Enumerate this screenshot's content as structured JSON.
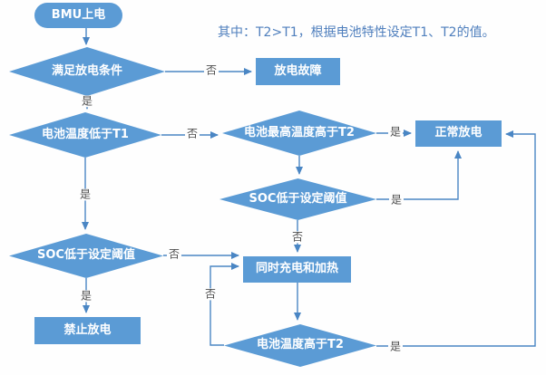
{
  "note": "其中：T2>T1，根据电池特性设定T1、T2的值。",
  "labels": {
    "yes": "是",
    "no": "否"
  },
  "nodes": {
    "start": "BMU上电",
    "cond_discharge": "满足放电条件",
    "fault": "放电故障",
    "temp_below_t1": "电池温度低于T1",
    "max_temp_above_t2": "电池最高温度高于T2",
    "normal_discharge": "正常放电",
    "soc_below_threshold_right": "SOC低于设定阈值",
    "charge_and_heat": "同时充电和加热",
    "soc_below_threshold_left": "SOC低于设定阈值",
    "forbid_discharge": "禁止放电",
    "temp_above_t2": "电池温度高于T2"
  },
  "colors": {
    "shape_fill": "#5b9bd5",
    "shape_text": "#ffffff",
    "line": "#4a86c4",
    "edge_label_text": "#4d4d4d",
    "note_text": "#4f7fbd",
    "background": "#fefefe"
  }
}
